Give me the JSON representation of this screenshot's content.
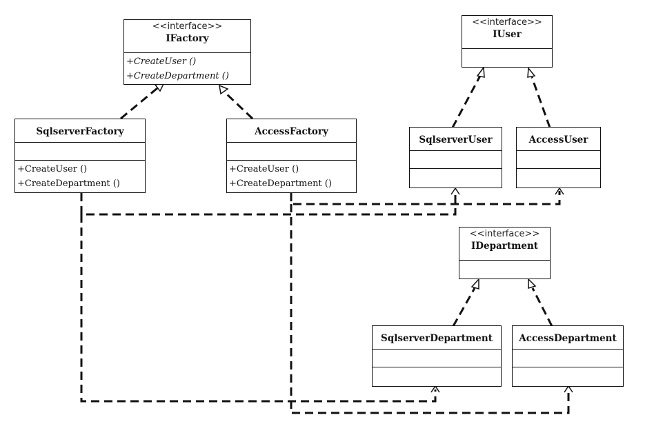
{
  "classes": {
    "ifactory": {
      "stereotype": "<<interface>>",
      "name": "IFactory",
      "ops": [
        "+CreateUser ()",
        "+CreateDepartment ()"
      ]
    },
    "sqlserver_factory": {
      "name": "SqlserverFactory",
      "ops": [
        "+CreateUser ()",
        "+CreateDepartment ()"
      ]
    },
    "access_factory": {
      "name": "AccessFactory",
      "ops": [
        "+CreateUser ()",
        "+CreateDepartment ()"
      ]
    },
    "iuser": {
      "stereotype": "<<interface>>",
      "name": "IUser"
    },
    "sqlserver_user": {
      "name": "SqlserverUser"
    },
    "access_user": {
      "name": "AccessUser"
    },
    "idepartment": {
      "stereotype": "<<interface>>",
      "name": "IDepartment"
    },
    "sqlserver_department": {
      "name": "SqlserverDepartment"
    },
    "access_department": {
      "name": "AccessDepartment"
    }
  },
  "relations": [
    {
      "type": "realization",
      "from": "SqlserverFactory",
      "to": "IFactory"
    },
    {
      "type": "realization",
      "from": "AccessFactory",
      "to": "IFactory"
    },
    {
      "type": "realization",
      "from": "SqlserverUser",
      "to": "IUser"
    },
    {
      "type": "realization",
      "from": "AccessUser",
      "to": "IUser"
    },
    {
      "type": "realization",
      "from": "SqlserverDepartment",
      "to": "IDepartment"
    },
    {
      "type": "realization",
      "from": "AccessDepartment",
      "to": "IDepartment"
    },
    {
      "type": "dependency",
      "from": "SqlserverFactory",
      "to": "SqlserverUser"
    },
    {
      "type": "dependency",
      "from": "SqlserverFactory",
      "to": "SqlserverDepartment"
    },
    {
      "type": "dependency",
      "from": "AccessFactory",
      "to": "AccessUser"
    },
    {
      "type": "dependency",
      "from": "AccessFactory",
      "to": "AccessDepartment"
    }
  ]
}
